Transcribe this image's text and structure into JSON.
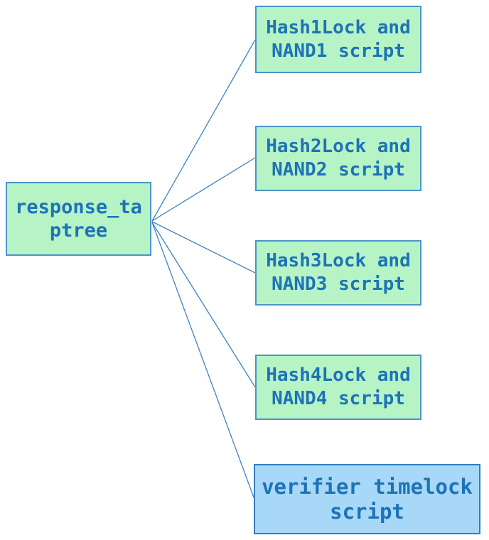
{
  "diagram": {
    "type": "tree",
    "background_color": "#ffffff",
    "edge_line_color": "#3f82c4",
    "text_color": "#1e72b7",
    "root": {
      "id": "response_taptree",
      "label": "response_taptree",
      "lines": [
        "response_ta",
        "ptree"
      ],
      "fill_color": "#b6f3c5",
      "border_color": "#4b94ca"
    },
    "leaves": [
      {
        "id": "hash1_nand1",
        "label": "Hash1Lock and NAND1 script",
        "lines": [
          "Hash1Lock and",
          "NAND1 script"
        ],
        "fill_color": "#b6f3c5",
        "border_color": "#4b94ca"
      },
      {
        "id": "hash2_nand2",
        "label": "Hash2Lock and NAND2 script",
        "lines": [
          "Hash2Lock and",
          "NAND2 script"
        ],
        "fill_color": "#b6f3c5",
        "border_color": "#4b94ca"
      },
      {
        "id": "hash3_nand3",
        "label": "Hash3Lock and NAND3 script",
        "lines": [
          "Hash3Lock and",
          "NAND3 script"
        ],
        "fill_color": "#b6f3c5",
        "border_color": "#4b94ca"
      },
      {
        "id": "hash4_nand4",
        "label": "Hash4Lock and NAND4 script",
        "lines": [
          "Hash4Lock and",
          "NAND4 script"
        ],
        "fill_color": "#b6f3c5",
        "border_color": "#4b94ca"
      },
      {
        "id": "verifier_timelock",
        "label": "verifier timelock script",
        "lines": [
          "verifier timelock",
          "script"
        ],
        "fill_color": "#a7d8f8",
        "border_color": "#2e7fc1"
      }
    ],
    "edges": [
      {
        "from": "response_taptree",
        "to": "hash1_nand1"
      },
      {
        "from": "response_taptree",
        "to": "hash2_nand2"
      },
      {
        "from": "response_taptree",
        "to": "hash3_nand3"
      },
      {
        "from": "response_taptree",
        "to": "hash4_nand4"
      },
      {
        "from": "response_taptree",
        "to": "verifier_timelock"
      }
    ]
  }
}
